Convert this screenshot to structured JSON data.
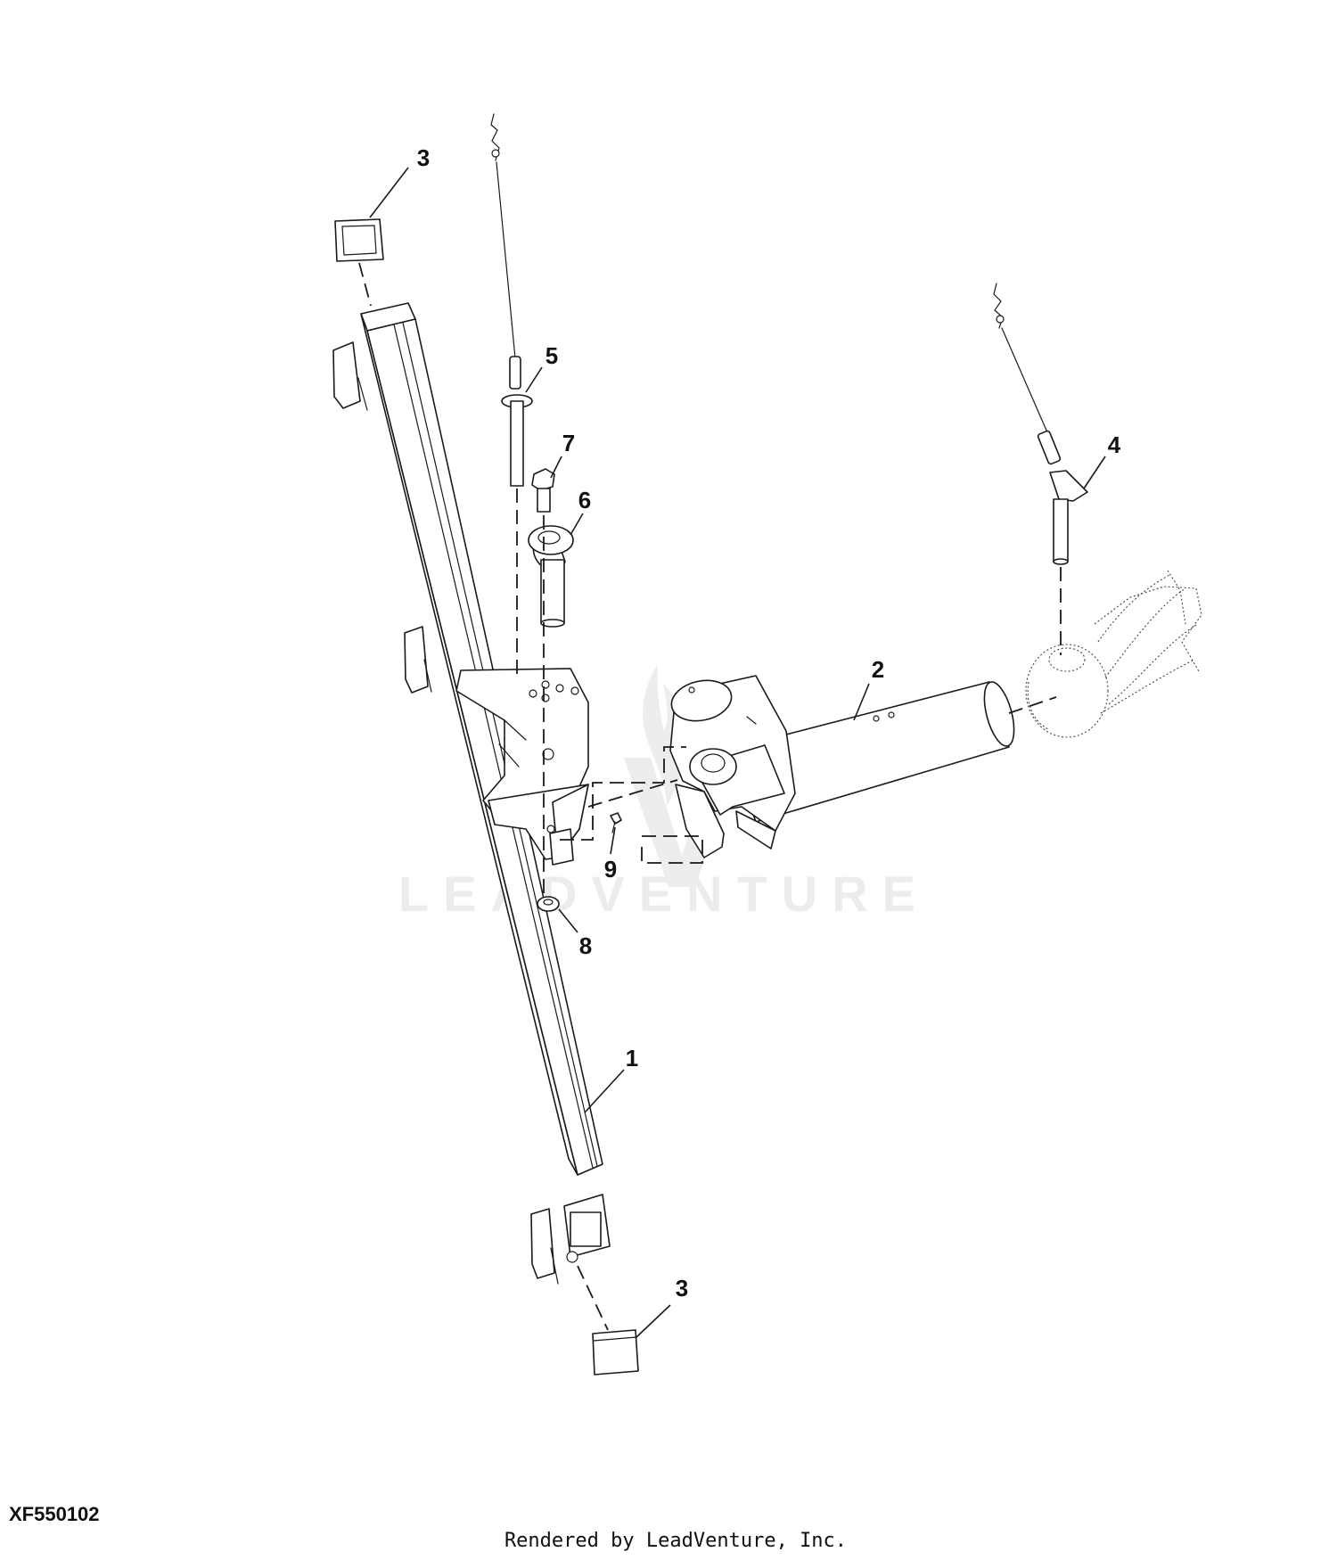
{
  "watermark": {
    "text": "LEADVENTURE"
  },
  "figure_id": "XF550102",
  "credit": "Rendered by LeadVenture, Inc.",
  "callouts": [
    {
      "id": "callout-3-top",
      "label": "3"
    },
    {
      "id": "callout-5",
      "label": "5"
    },
    {
      "id": "callout-7",
      "label": "7"
    },
    {
      "id": "callout-6",
      "label": "6"
    },
    {
      "id": "callout-4",
      "label": "4"
    },
    {
      "id": "callout-2",
      "label": "2"
    },
    {
      "id": "callout-9",
      "label": "9"
    },
    {
      "id": "callout-8",
      "label": "8"
    },
    {
      "id": "callout-1",
      "label": "1"
    },
    {
      "id": "callout-3-bottom",
      "label": "3"
    }
  ]
}
